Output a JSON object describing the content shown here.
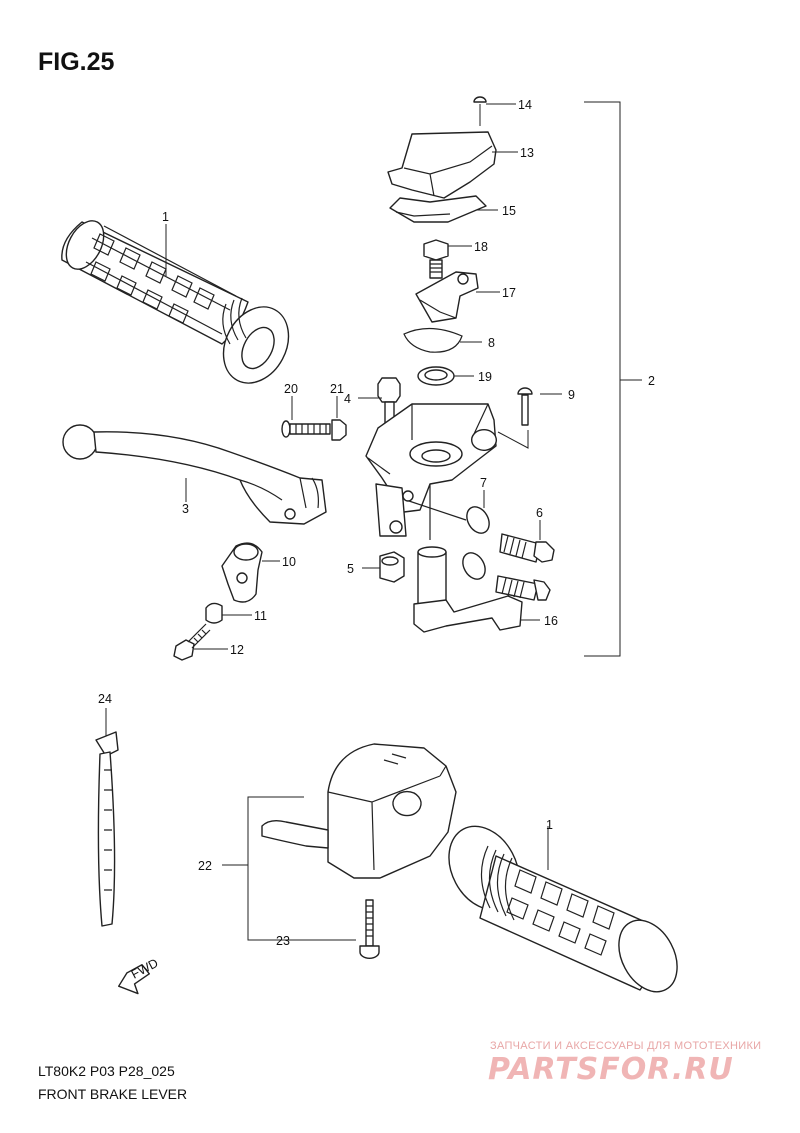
{
  "figure_title": "FIG.25",
  "model_code": "LT80K2 P03 P28_025",
  "caption": "FRONT BRAKE LEVER",
  "fwd_label": "FWD",
  "watermark": {
    "top_text": "ЗАПЧАСТИ И АКСЕССУАРЫ ДЛЯ МОТОТЕХНИКИ",
    "brand": "PARTSFOR.RU"
  },
  "callouts": [
    {
      "id": "grip-left",
      "label": "1"
    },
    {
      "id": "grip-right",
      "label": "1"
    },
    {
      "id": "master-cylinder-assy",
      "label": "2"
    },
    {
      "id": "brake-lever",
      "label": "3"
    },
    {
      "id": "lever-bolt",
      "label": "4"
    },
    {
      "id": "lever-nut",
      "label": "5"
    },
    {
      "id": "adjuster-bolt",
      "label": "6"
    },
    {
      "id": "lock-nut",
      "label": "7"
    },
    {
      "id": "circlip",
      "label": "8"
    },
    {
      "id": "screw-9",
      "label": "9"
    },
    {
      "id": "clamp",
      "label": "10"
    },
    {
      "id": "collar",
      "label": "11"
    },
    {
      "id": "clamp-bolt",
      "label": "12"
    },
    {
      "id": "cover",
      "label": "13"
    },
    {
      "id": "cover-screw",
      "label": "14"
    },
    {
      "id": "gasket",
      "label": "15"
    },
    {
      "id": "parking-lever",
      "label": "16"
    },
    {
      "id": "bracket",
      "label": "17"
    },
    {
      "id": "bracket-bolt",
      "label": "18"
    },
    {
      "id": "washer",
      "label": "19"
    },
    {
      "id": "stop-screw",
      "label": "20"
    },
    {
      "id": "stop-nut",
      "label": "21"
    },
    {
      "id": "switch-housing",
      "label": "22"
    },
    {
      "id": "switch-screw",
      "label": "23"
    },
    {
      "id": "cable-tie",
      "label": "24"
    }
  ]
}
